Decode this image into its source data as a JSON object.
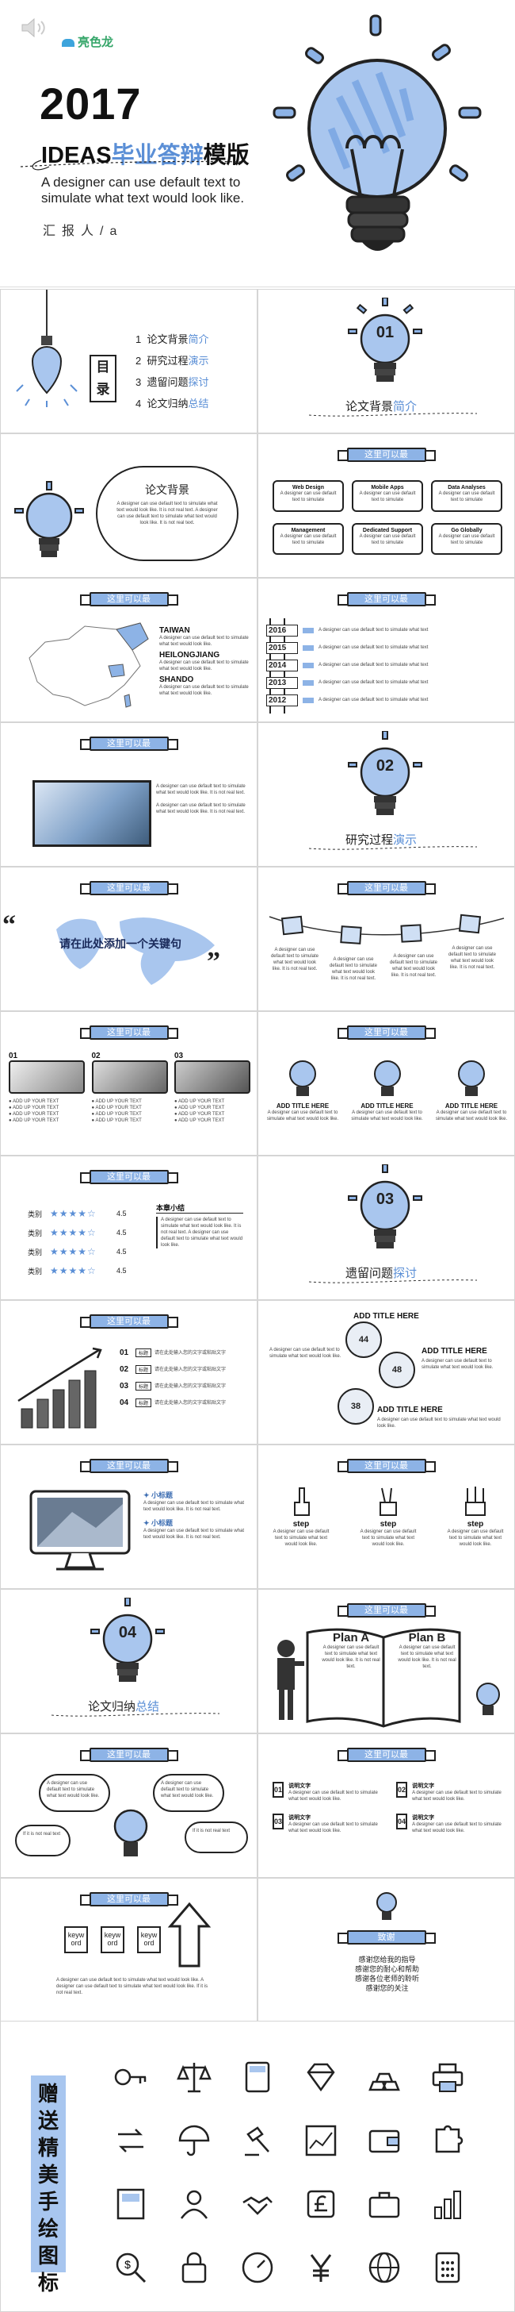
{
  "hero": {
    "brand": "亮色龙",
    "year": "2017",
    "title_prefix": "IDEAS",
    "title_accent": "毕业答辩",
    "title_suffix": "模版",
    "subtitle": "A designer can use default text to simulate what text would look like.",
    "reporter": "汇报人/a"
  },
  "tag_label": "这里可以最",
  "menu": {
    "title": "目录",
    "items": [
      {
        "num": "1",
        "text": "论文背景",
        "accent": "简介"
      },
      {
        "num": "2",
        "text": "研究过程",
        "accent": "演示"
      },
      {
        "num": "3",
        "text": "遗留问题",
        "accent": "探讨"
      },
      {
        "num": "4",
        "text": "论文归纳",
        "accent": "总结"
      }
    ]
  },
  "section1": {
    "num": "01",
    "text": "论文背景",
    "accent": "简介"
  },
  "section2": {
    "num": "02",
    "text": "研究过程",
    "accent": "演示"
  },
  "section3": {
    "num": "03",
    "text": "遗留问题",
    "accent": "探讨"
  },
  "section4": {
    "num": "04",
    "text": "论文归纳",
    "accent": "总结"
  },
  "bg_slide": {
    "title": "论文背景",
    "body": "A designer can use default text to simulate what text would look like. It is not real text. A designer can use default text to simulate what text would look like. It is not real text."
  },
  "cards": [
    {
      "title": "Web Design",
      "body": "A designer can use default text to simulate"
    },
    {
      "title": "Mobile Apps",
      "body": "A designer can use default text to simulate"
    },
    {
      "title": "Data Analyses",
      "body": "A designer can use default text to simulate"
    },
    {
      "title": "Management",
      "body": "A designer can use default text to simulate"
    },
    {
      "title": "Dedicated Support",
      "body": "A designer can use default text to simulate"
    },
    {
      "title": "Go Globally",
      "body": "A designer can use default text to simulate"
    }
  ],
  "regions": [
    {
      "name": "TAIWAN",
      "body": "A designer can use default text to simulate what text would look like."
    },
    {
      "name": "HEILONGJIANG",
      "body": "A designer can use default text to simulate what text would look like."
    },
    {
      "name": "SHANDO",
      "body": "A designer can use default text to simulate what text would look like."
    }
  ],
  "years": [
    {
      "year": "2016",
      "body": "A designer can use default text to simulate what text"
    },
    {
      "year": "2015",
      "body": "A designer can use default text to simulate what text"
    },
    {
      "year": "2014",
      "body": "A designer can use default text to simulate what text"
    },
    {
      "year": "2013",
      "body": "A designer can use default text to simulate what text"
    },
    {
      "year": "2012",
      "body": "A designer can use default text to simulate what text"
    }
  ],
  "photo_slide": {
    "p1": "A designer can use default text to simulate what text would look like. It is not real text.",
    "p2": "A designer can use default text to simulate what text would look like. It is not real text."
  },
  "quote": {
    "text": "请在此处添加一个关键句",
    "open": "“",
    "close": "”"
  },
  "notes": [
    "A designer can use default text to simulate what text would look like. It is not real text.",
    "A designer can use default text to simulate what text would look like. It is not real text.",
    "A designer can use default text to simulate what text would look like. It is not real text.",
    "A designer can use default text to simulate what text would look like. It is not real text."
  ],
  "photo_cols": {
    "nums": [
      "01",
      "02",
      "03"
    ],
    "item": "ADD UP YOUR TEXT"
  },
  "bulbs3": {
    "title": "ADD TITLE HERE",
    "body": "A designer can use default text to simulate what text would look like."
  },
  "ratings": {
    "category": "类别",
    "values": [
      "4.5",
      "4.5",
      "4.5",
      "4.5"
    ],
    "stars": [
      4.5,
      4.5,
      4.5,
      4.5
    ],
    "col_title": "本章小结",
    "body": "A designer can use default text to simulate what text would look like. It is not real text. A designer can use default text to simulate what text would look like."
  },
  "steps_list": {
    "nums": [
      "01",
      "02",
      "03",
      "04"
    ],
    "tags": [
      "标题",
      "标题",
      "标题",
      "标题"
    ],
    "text": "请在此处输入您的文字或粘贴文字"
  },
  "circles": {
    "title": "ADD TITLE HERE",
    "body": "A designer can use default text to simulate what text would look like.",
    "nums": [
      "44",
      "48",
      "38"
    ]
  },
  "laptop": {
    "items": [
      {
        "title": "小标题",
        "body": "A designer can use default text to simulate what text would look like. It is not real text."
      },
      {
        "title": "小标题",
        "body": "A designer can use default text to simulate what text would look like. It is not real text."
      }
    ]
  },
  "hands": {
    "label": "step",
    "body": "A designer can use default text to simulate what text would look like."
  },
  "plans": {
    "a": "Plan A",
    "b": "Plan B",
    "body": "A designer can use default text to simulate what text would look like. It is not real text."
  },
  "bubbles": {
    "body": "A designer can use default text to simulate what text would look like.",
    "small": "If it is not real text"
  },
  "input_grid": {
    "nums": [
      "01",
      "02",
      "03",
      "04"
    ],
    "title": "说明文字",
    "body": "A designer can use default text to simulate what text would look like."
  },
  "keywords": {
    "items": [
      "keyw ord",
      "keyw ord",
      "keyw ord"
    ],
    "body": "A designer can use default text to simulate what text would look like. A designer can use default text to simulate what text would look like. If it is not real text."
  },
  "thanks": {
    "label": "致谢",
    "lines": [
      "感谢您给我的指导",
      "感谢您的耐心和帮助",
      "感谢各位老师的聆听",
      "感谢您的关注"
    ]
  },
  "gift": {
    "title": "赠送精美手绘图标"
  }
}
